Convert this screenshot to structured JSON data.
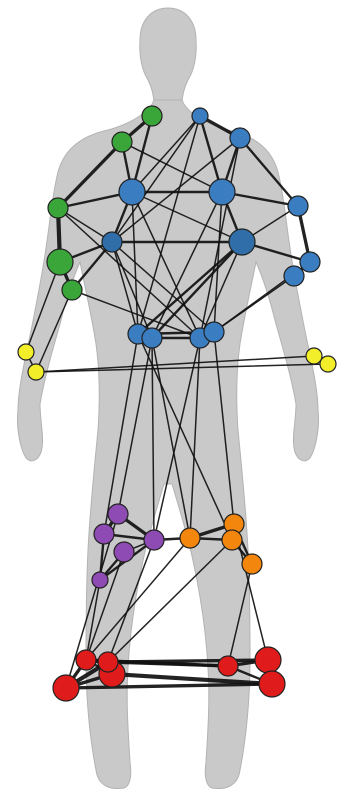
{
  "colors": {
    "background": "#ffffff",
    "body_fill": "#c9c9c9",
    "body_stroke": "#b3b3b3",
    "edge": "#111111",
    "node_stroke": "#222222",
    "green": "#3aa63a",
    "blue": "#3a7dc0",
    "blue_dark": "#2f6ea8",
    "yellow": "#f2ef2a",
    "purple": "#8e4bb3",
    "orange": "#f3860c",
    "red": "#e01b1b"
  },
  "groups": [
    {
      "id": "left-arm",
      "color": "green"
    },
    {
      "id": "torso",
      "color": "blue"
    },
    {
      "id": "hands",
      "color": "yellow"
    },
    {
      "id": "left-thigh",
      "color": "purple"
    },
    {
      "id": "right-thigh",
      "color": "orange"
    },
    {
      "id": "shins",
      "color": "red"
    }
  ],
  "nodes": [
    {
      "id": "g1",
      "group": "left-arm",
      "color": "green",
      "size": "m"
    },
    {
      "id": "g2",
      "group": "left-arm",
      "color": "green",
      "size": "m"
    },
    {
      "id": "g3",
      "group": "left-arm",
      "color": "green",
      "size": "m"
    },
    {
      "id": "g4",
      "group": "left-arm",
      "color": "green",
      "size": "l"
    },
    {
      "id": "g5",
      "group": "left-arm",
      "color": "green",
      "size": "m"
    },
    {
      "id": "b1",
      "group": "torso",
      "color": "blue",
      "size": "s"
    },
    {
      "id": "b2",
      "group": "torso",
      "color": "blue",
      "size": "m"
    },
    {
      "id": "b3",
      "group": "torso",
      "color": "blue",
      "size": "l"
    },
    {
      "id": "b4",
      "group": "torso",
      "color": "blue",
      "size": "l"
    },
    {
      "id": "b5",
      "group": "torso",
      "color": "blue",
      "size": "m"
    },
    {
      "id": "b6",
      "group": "torso",
      "color": "blue_dark",
      "size": "m"
    },
    {
      "id": "b7",
      "group": "torso",
      "color": "blue_dark",
      "size": "l"
    },
    {
      "id": "b8",
      "group": "torso",
      "color": "blue",
      "size": "m"
    },
    {
      "id": "b9",
      "group": "torso",
      "color": "blue",
      "size": "m"
    },
    {
      "id": "b10",
      "group": "torso",
      "color": "blue",
      "size": "m"
    },
    {
      "id": "b11",
      "group": "torso",
      "color": "blue",
      "size": "m"
    },
    {
      "id": "b12",
      "group": "torso",
      "color": "blue",
      "size": "m"
    },
    {
      "id": "b13",
      "group": "torso",
      "color": "blue",
      "size": "m"
    },
    {
      "id": "y1",
      "group": "hands",
      "color": "yellow",
      "size": "s"
    },
    {
      "id": "y2",
      "group": "hands",
      "color": "yellow",
      "size": "s"
    },
    {
      "id": "y3",
      "group": "hands",
      "color": "yellow",
      "size": "s"
    },
    {
      "id": "y4",
      "group": "hands",
      "color": "yellow",
      "size": "s"
    },
    {
      "id": "p1",
      "group": "left-thigh",
      "color": "purple",
      "size": "m"
    },
    {
      "id": "p2",
      "group": "left-thigh",
      "color": "purple",
      "size": "m"
    },
    {
      "id": "p3",
      "group": "left-thigh",
      "color": "purple",
      "size": "s"
    },
    {
      "id": "p4",
      "group": "left-thigh",
      "color": "purple",
      "size": "m"
    },
    {
      "id": "p5",
      "group": "left-thigh",
      "color": "purple",
      "size": "m"
    },
    {
      "id": "o1",
      "group": "right-thigh",
      "color": "orange",
      "size": "m"
    },
    {
      "id": "o2",
      "group": "right-thigh",
      "color": "orange",
      "size": "m"
    },
    {
      "id": "o3",
      "group": "right-thigh",
      "color": "orange",
      "size": "m"
    },
    {
      "id": "o4",
      "group": "right-thigh",
      "color": "orange",
      "size": "m"
    },
    {
      "id": "r1",
      "group": "shins",
      "color": "red",
      "size": "m"
    },
    {
      "id": "r2",
      "group": "shins",
      "color": "red",
      "size": "l"
    },
    {
      "id": "r3",
      "group": "shins",
      "color": "red",
      "size": "l"
    },
    {
      "id": "r4",
      "group": "shins",
      "color": "red",
      "size": "m"
    },
    {
      "id": "r5",
      "group": "shins",
      "color": "red",
      "size": "l"
    },
    {
      "id": "r6",
      "group": "shins",
      "color": "red",
      "size": "m"
    },
    {
      "id": "r7",
      "group": "shins",
      "color": "red",
      "size": "l"
    }
  ],
  "edges": [
    [
      "g1",
      "g2",
      3
    ],
    [
      "g1",
      "b3",
      2
    ],
    [
      "g2",
      "g3",
      3
    ],
    [
      "g2",
      "b3",
      2
    ],
    [
      "g2",
      "b4",
      1
    ],
    [
      "g3",
      "g4",
      4
    ],
    [
      "g4",
      "g5",
      3
    ],
    [
      "g3",
      "b3",
      2
    ],
    [
      "g3",
      "b6",
      1
    ],
    [
      "g4",
      "b6",
      2
    ],
    [
      "g5",
      "b6",
      2
    ],
    [
      "g4",
      "y1",
      1
    ],
    [
      "g5",
      "y2",
      1
    ],
    [
      "g3",
      "b12",
      1
    ],
    [
      "g5",
      "b12",
      1
    ],
    [
      "b1",
      "b2",
      3
    ],
    [
      "b1",
      "b4",
      2
    ],
    [
      "b1",
      "b3",
      1
    ],
    [
      "b2",
      "b4",
      2
    ],
    [
      "b2",
      "b5",
      2
    ],
    [
      "b3",
      "b4",
      2
    ],
    [
      "b3",
      "b6",
      2
    ],
    [
      "b3",
      "b7",
      1
    ],
    [
      "b4",
      "b7",
      2
    ],
    [
      "b4",
      "b5",
      2
    ],
    [
      "b5",
      "b8",
      3
    ],
    [
      "b5",
      "b7",
      1
    ],
    [
      "b6",
      "b7",
      2
    ],
    [
      "b7",
      "b8",
      2
    ],
    [
      "b8",
      "b9",
      3
    ],
    [
      "b6",
      "b11",
      1
    ],
    [
      "b7",
      "b11",
      2
    ],
    [
      "b7",
      "b10",
      2
    ],
    [
      "b6",
      "b10",
      1
    ],
    [
      "b10",
      "b11",
      3
    ],
    [
      "b11",
      "b12",
      2
    ],
    [
      "b12",
      "b13",
      3
    ],
    [
      "b10",
      "b13",
      2
    ],
    [
      "b3",
      "b12",
      1
    ],
    [
      "b4",
      "b11",
      1
    ],
    [
      "b2",
      "b12",
      1
    ],
    [
      "b1",
      "b10",
      1
    ],
    [
      "b7",
      "b12",
      1
    ],
    [
      "b6",
      "b13",
      1
    ],
    [
      "b3",
      "b10",
      1
    ],
    [
      "b4",
      "b13",
      1
    ],
    [
      "b8",
      "b13",
      1
    ],
    [
      "b9",
      "b13",
      1
    ],
    [
      "b2",
      "b6",
      1
    ],
    [
      "b1",
      "b6",
      1
    ],
    [
      "y1",
      "y2",
      1
    ],
    [
      "y2",
      "y3",
      1
    ],
    [
      "y3",
      "y4",
      1
    ],
    [
      "y2",
      "y4",
      1
    ],
    [
      "b10",
      "p2",
      1
    ],
    [
      "b11",
      "p1",
      1
    ],
    [
      "b11",
      "p4",
      1
    ],
    [
      "b12",
      "o1",
      1
    ],
    [
      "b13",
      "o2",
      1
    ],
    [
      "b12",
      "p4",
      1
    ],
    [
      "b11",
      "o1",
      1
    ],
    [
      "b10",
      "o3",
      1
    ],
    [
      "p1",
      "p2",
      3
    ],
    [
      "p1",
      "p4",
      3
    ],
    [
      "p2",
      "p3",
      2
    ],
    [
      "p3",
      "p5",
      2
    ],
    [
      "p4",
      "p5",
      1
    ],
    [
      "p4",
      "o1",
      2
    ],
    [
      "p3",
      "p4",
      2
    ],
    [
      "p2",
      "p4",
      2
    ],
    [
      "o1",
      "o2",
      3
    ],
    [
      "o1",
      "o3",
      2
    ],
    [
      "o2",
      "o4",
      2
    ],
    [
      "o3",
      "o4",
      2
    ],
    [
      "p3",
      "r1",
      1
    ],
    [
      "p5",
      "r1",
      1
    ],
    [
      "p4",
      "r6",
      1
    ],
    [
      "o1",
      "r1",
      1
    ],
    [
      "o4",
      "r4",
      1
    ],
    [
      "o3",
      "r6",
      1
    ],
    [
      "p1",
      "r2",
      1
    ],
    [
      "o2",
      "r5",
      1
    ],
    [
      "r1",
      "r2",
      3
    ],
    [
      "r1",
      "r3",
      2
    ],
    [
      "r2",
      "r3",
      3
    ],
    [
      "r1",
      "r6",
      4
    ],
    [
      "r2",
      "r6",
      4
    ],
    [
      "r3",
      "r7",
      4
    ],
    [
      "r2",
      "r7",
      3
    ],
    [
      "r3",
      "r6",
      3
    ],
    [
      "r6",
      "r4",
      3
    ],
    [
      "r6",
      "r5",
      3
    ],
    [
      "r4",
      "r5",
      3
    ],
    [
      "r5",
      "r7",
      3
    ],
    [
      "r4",
      "r7",
      2
    ],
    [
      "r1",
      "r4",
      3
    ]
  ]
}
